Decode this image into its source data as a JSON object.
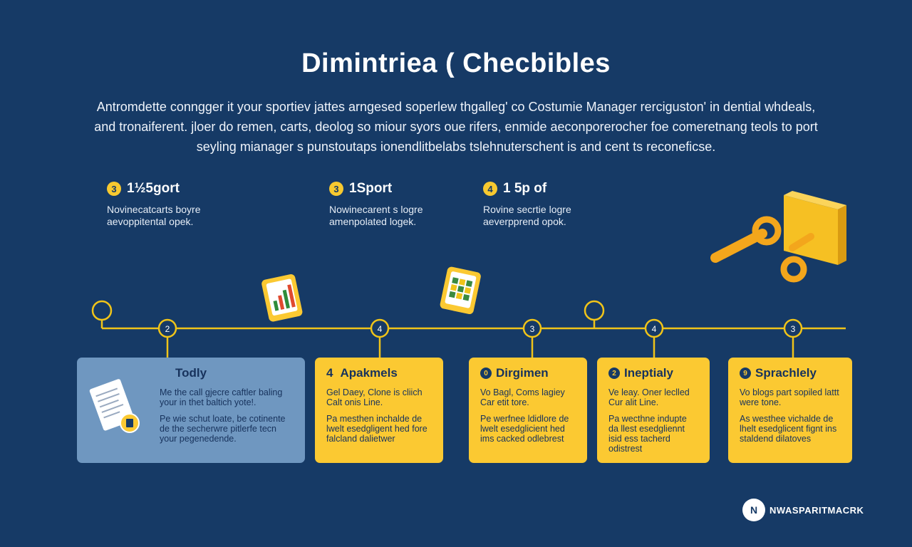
{
  "title": "Dimintriea ( Checbibles",
  "intro": [
    "Antromdette conngger it your sportiev jattes arngesed soperlew thgalleg' co Costumie Manager rerciguston' in dential whdeals,",
    "and tronaiferent. jloer do remen, carts, deolog so miour syors oue rifers, enmide aeconporerocher foe comeretnang teols to port",
    "seyling mianager s punstoutaps ionendlitbelabs tslehnuterschent is and cent ts reconeficse."
  ],
  "stats": [
    {
      "badge": "3",
      "label": "1½5gort",
      "desc": [
        "Novinecatcarts boyre",
        "aevoppitental opek."
      ]
    },
    {
      "badge": "3",
      "label": "1Sport",
      "desc": [
        "Nowinecarent s logre",
        "amenpolated logek."
      ]
    },
    {
      "badge": "4",
      "label": "1 5p of",
      "desc": [
        "Rovine secrtie logre",
        "aeverpprend opok."
      ]
    }
  ],
  "timeline": {
    "nodes": [
      "2",
      "4",
      "3",
      "4",
      "3"
    ],
    "line_color": "#f0c419"
  },
  "cards": [
    {
      "style": "blue",
      "badge": "",
      "title": "Todly",
      "paras": [
        "Me the call gjecre caftler baling your in thet baltich yote!.",
        "Pe wie schut loate, be cotinente de the secherwre pitlerfe tecn your pegenedende."
      ]
    },
    {
      "style": "yellow",
      "badge": "4",
      "title": "Apakmels",
      "paras": [
        "Gel Daey, Clone is cliich Calt onis Line.",
        "Pa mesthen inchalde de lwelt esedgligent hed fore falcland dalietwer"
      ]
    },
    {
      "style": "yellow",
      "badge": "0",
      "title": "Dirgimen",
      "paras": [
        "Vo Bagl, Coms lagiey Car etit tore.",
        "Pe werfnee ldidlore de lwelt esedglicient hed ims cacked odlebrest"
      ]
    },
    {
      "style": "yellow",
      "badge": "2",
      "title": "Ineptialy",
      "paras": [
        "Ve leay. Oner leclled Cur alit Line.",
        "Pa wecthne indupte da llest esedgliennt isid ess tacherd odistrest"
      ]
    },
    {
      "style": "yellow",
      "badge": "9",
      "title": "Sprachlely",
      "paras": [
        "Vo blogs part sopiled lattt were tone.",
        "As westhee vichalde de lhelt esedglicent fignt ins staldend dilatoves"
      ]
    }
  ],
  "brand": {
    "logo": "N",
    "name": "NWASPARITMACRK"
  },
  "colors": {
    "background": "#163a66",
    "accent": "#fbc932",
    "card_blue": "#6f97c0"
  },
  "icons": [
    "document-icon",
    "bar-chart-icon",
    "key-icon"
  ]
}
